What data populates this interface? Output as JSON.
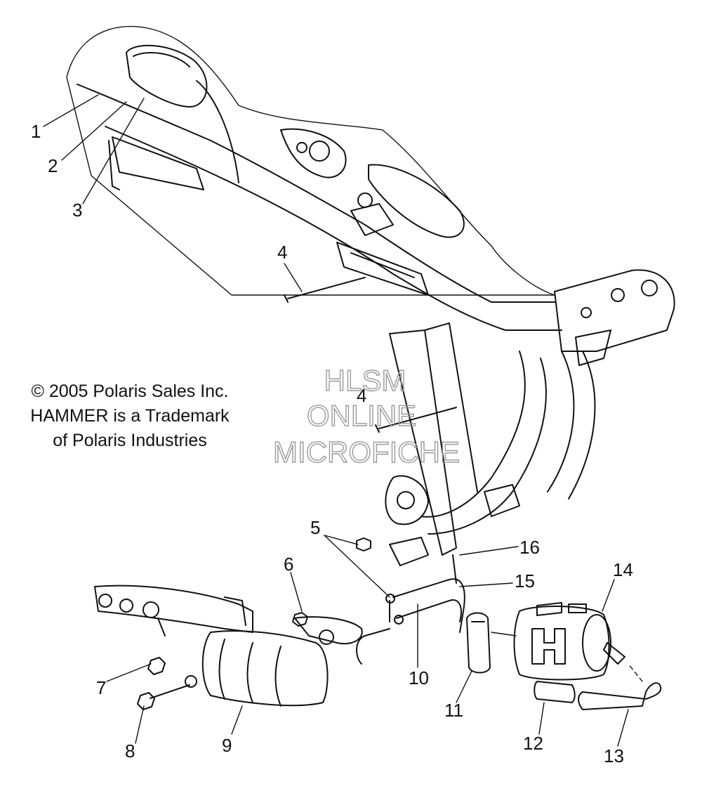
{
  "copyright": {
    "line1": "© 2005 Polaris Sales Inc.",
    "line2": "HAMMER is a Trademark",
    "line3": "of Polaris Industries"
  },
  "watermark": {
    "line1": "HLSM",
    "line2": "ONLINE",
    "line3": "MICROFICHE"
  },
  "callouts": {
    "c1": "1",
    "c2": "2",
    "c3": "3",
    "c4a": "4",
    "c4b": "4",
    "c5": "5",
    "c6": "6",
    "c7": "7",
    "c8": "8",
    "c9": "9",
    "c10": "10",
    "c11": "11",
    "c12": "12",
    "c13": "13",
    "c14": "14",
    "c15": "15",
    "c16": "16"
  },
  "colors": {
    "line": "#111111",
    "watermark": "#9a9a9a"
  }
}
